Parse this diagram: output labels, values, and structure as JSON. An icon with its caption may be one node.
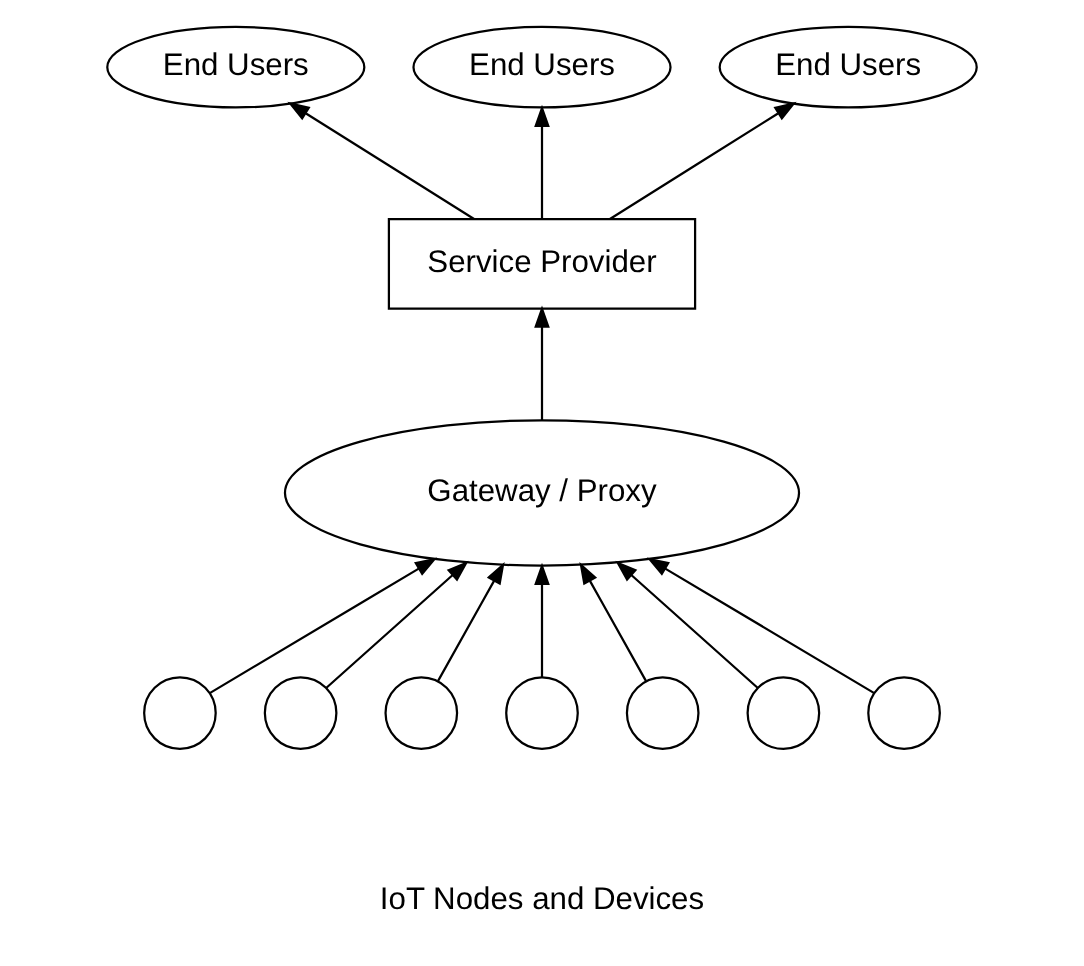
{
  "diagram": {
    "nodes": [
      {
        "text": [
          "End Users"
        ]
      },
      {
        "text": [
          "End Users"
        ]
      },
      {
        "text": [
          "End Users"
        ]
      },
      {
        "text": [
          "Service Provider"
        ]
      },
      {
        "text": [
          "Gateway / Proxy"
        ]
      },
      {
        "text": [],
        "shape": "circle"
      },
      {
        "text": [],
        "shape": "circle"
      },
      {
        "text": [],
        "shape": "circle"
      },
      {
        "text": [],
        "shape": "circle"
      },
      {
        "text": [],
        "shape": "circle"
      },
      {
        "text": [],
        "shape": "circle"
      },
      {
        "text": [],
        "shape": "circle"
      }
    ],
    "edges": [
      {
        "from": 3,
        "to": 0,
        "arrow": "to"
      },
      {
        "from": 3,
        "to": 1,
        "arrow": "to"
      },
      {
        "from": 3,
        "to": 2,
        "arrow": "to"
      },
      {
        "from": 4,
        "to": 3,
        "arrow": "to"
      },
      {
        "from": 5,
        "to": 4,
        "arrow": "to"
      },
      {
        "from": 6,
        "to": 4,
        "arrow": "to"
      },
      {
        "from": 7,
        "to": 4,
        "arrow": "to"
      },
      {
        "from": 8,
        "to": 4,
        "arrow": "to"
      },
      {
        "from": 9,
        "to": 4,
        "arrow": "to"
      },
      {
        "from": 10,
        "to": 4,
        "arrow": "to"
      },
      {
        "from": 11,
        "to": 4,
        "arrow": "to"
      }
    ],
    "labels": [
      "IoT Nodes and Devices"
    ]
  }
}
